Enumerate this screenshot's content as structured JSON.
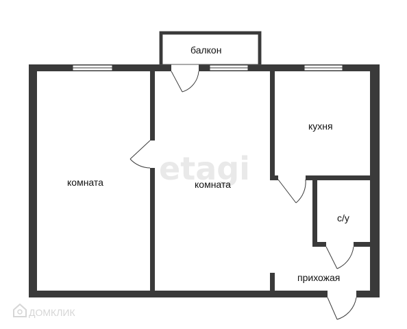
{
  "rooms": {
    "room_left": "комната",
    "room_center": "комната",
    "kitchen": "кухня",
    "bathroom": "с/у",
    "hallway": "прихожая",
    "balcony": "балкон"
  },
  "watermark": "etagi",
  "logo": "ДОМКЛИК",
  "colors": {
    "wall": "#3a3a3a",
    "background": "#ffffff",
    "watermark": "#e9e9e9"
  }
}
